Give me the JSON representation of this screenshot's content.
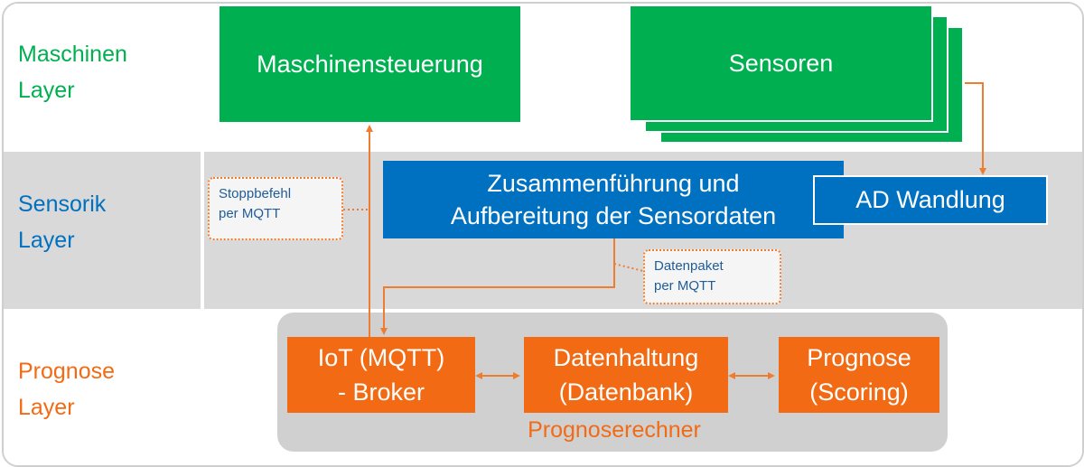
{
  "layers": {
    "maschinen": {
      "label": "Maschinen\nLayer",
      "color": "#00b050"
    },
    "sensorik": {
      "label": "Sensorik\nLayer",
      "color": "#0070c0"
    },
    "prognose": {
      "label": "Prognose\nLayer",
      "color": "#f26b14"
    }
  },
  "boxes": {
    "maschinensteuerung": "Maschinensteuerung",
    "sensoren": "Sensoren",
    "zusammenfuehrung": "Zusammenführung und\nAufbereitung der Sensordaten",
    "ad_wandlung": "AD Wandlung",
    "iot_broker": "IoT (MQTT)\n- Broker",
    "datenhaltung": "Datenhaltung\n(Datenbank)",
    "prognose_scoring": "Prognose\n(Scoring)"
  },
  "callouts": {
    "stoppbefehl": "Stoppbefehl\nper MQTT",
    "datenpaket": "Datenpaket\nper MQTT"
  },
  "panel_label": "Prognoserechner",
  "colors": {
    "green": "#00b050",
    "blue": "#0070c0",
    "orange": "#f26b14",
    "arrow": "#ee7d31",
    "band_grey": "#d9d9d9",
    "panel_grey": "#d0d0d0"
  }
}
